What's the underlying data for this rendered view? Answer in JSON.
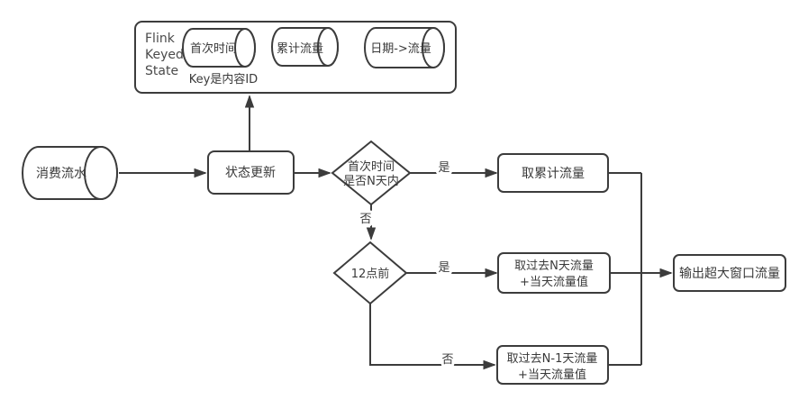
{
  "colors": {
    "stroke": "#3c3c3c",
    "text": "#3a3a3a",
    "background": "#ffffff"
  },
  "flink_state_container": {
    "title_lines": [
      "Flink",
      "Keyed",
      "State"
    ],
    "key_note": "Key是内容ID",
    "state_cylinders": [
      "首次时间",
      "累计流量",
      "日期->流量"
    ]
  },
  "nodes": {
    "source_cylinder": "消费流水",
    "state_update": "状态更新",
    "decision_first_time": {
      "line1": "首次时间",
      "line2": "是否N天内"
    },
    "decision_before_noon": "12点前",
    "take_cumulative": "取累计流量",
    "take_past_n_days": {
      "line1": "取过去N天流量",
      "line2": "+当天流量值"
    },
    "take_past_n_minus_1_days": {
      "line1": "取过去N-1天流量",
      "line2": "+当天流量值"
    },
    "output": "输出超大窗口流量"
  },
  "edge_labels": {
    "yes1": "是",
    "no1": "否",
    "yes2": "是",
    "no2": "否"
  }
}
